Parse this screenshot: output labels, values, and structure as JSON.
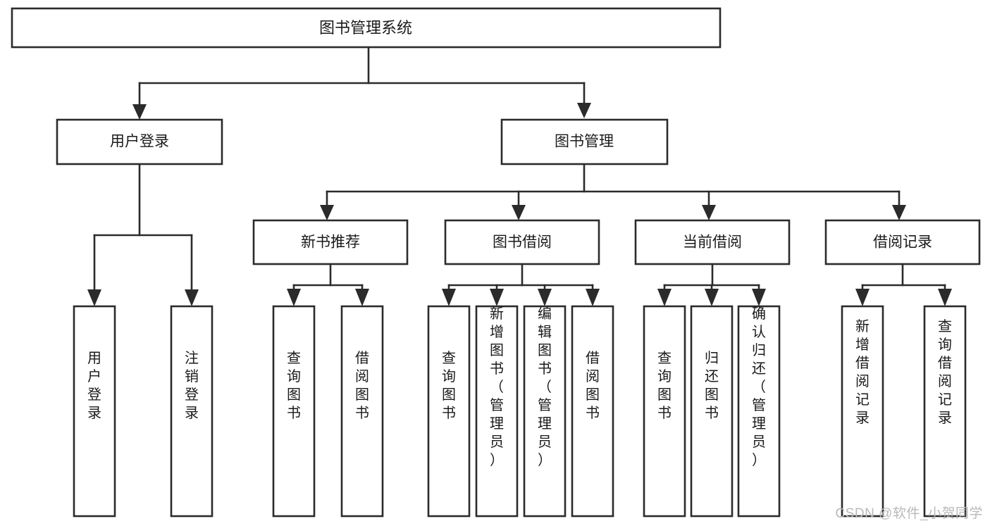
{
  "diagram": {
    "type": "tree-hierarchy-flowchart",
    "title": "图书管理系统",
    "watermark": "CSDN @软件_小贺同学",
    "colors": {
      "stroke": "#2b2b2b",
      "fill": "#ffffff",
      "text": "#1a1a1a",
      "watermark": "#b9b9b9"
    },
    "levels": {
      "root": {
        "label": "图书管理系统"
      },
      "level2": [
        {
          "label": "用户登录"
        },
        {
          "label": "图书管理"
        }
      ],
      "level3": [
        {
          "label": "新书推荐"
        },
        {
          "label": "图书借阅"
        },
        {
          "label": "当前借阅"
        },
        {
          "label": "借阅记录"
        }
      ]
    },
    "nodes": {
      "root": "图书管理系统",
      "user_login": "用户登录",
      "book_manage": "图书管理",
      "new_book_rec": "新书推荐",
      "book_borrow": "图书借阅",
      "current_borrow": "当前借阅",
      "borrow_record": "借阅记录"
    },
    "leaves": {
      "user_login": [
        "用户登录",
        "注销登录"
      ],
      "new_book_rec": [
        "查询图书",
        "借阅图书"
      ],
      "book_borrow": [
        "查询图书",
        "新增图书（管理员）",
        "编辑图书（管理员）",
        "借阅图书"
      ],
      "current_borrow": [
        "查询图书",
        "归还图书",
        "确认归还（管理员）"
      ],
      "borrow_record": [
        "新增借阅记录",
        "查询借阅记录"
      ]
    }
  }
}
